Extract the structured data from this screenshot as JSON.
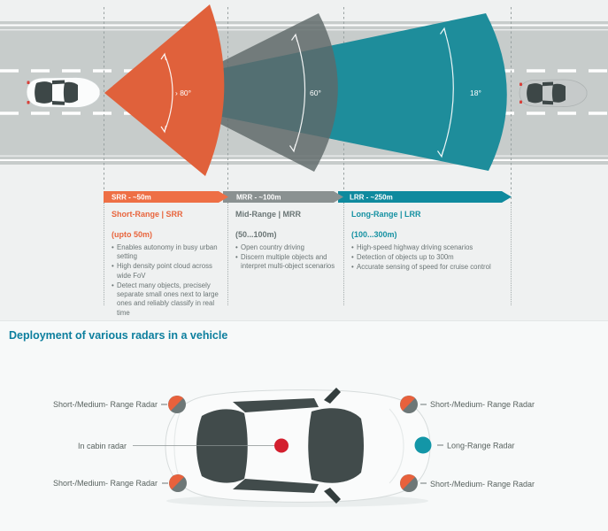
{
  "top_scene": {
    "angle_labels": {
      "srr": "› 80°",
      "mrr": "60°",
      "lrr": "18°"
    },
    "cone_colors": {
      "srr": "#e0613b",
      "mrr": "#6c7676",
      "lrr": "#1e8d9b"
    }
  },
  "range_bars": {
    "srr": {
      "label": "SRR - ~50m",
      "color": "#ee6f45"
    },
    "mrr": {
      "label": "MRR - ~100m",
      "color": "#8a9191"
    },
    "lrr": {
      "label": "LRR - ~250m",
      "color": "#0f8a9e"
    }
  },
  "columns": [
    {
      "title": "Short-Range | SRR",
      "subtitle": "(upto 50m)",
      "accent": "#e8653d",
      "bullets": [
        "Enables autonomy in busy urban setting",
        "High density point cloud across wide FoV",
        "Detect many objects, precisely separate small ones next to large ones and reliably classify in real time"
      ]
    },
    {
      "title": "Mid-Range | MRR",
      "subtitle": "(50...100m)",
      "accent": "#6a7575",
      "bullets": [
        "Open country driving",
        "Discern multiple objects and interpret multi-object scenarios"
      ]
    },
    {
      "title": "Long-Range | LRR",
      "subtitle": "(100...300m)",
      "accent": "#1591a2",
      "bullets": [
        "High-speed highway driving scenarios",
        "Detection of objects up to 300m",
        "Accurate sensing of speed for cruise control"
      ]
    }
  ],
  "deployment": {
    "title": "Deployment of various radars in a vehicle",
    "labels": {
      "rear_left_top": "Short-/Medium- Range Radar",
      "in_cabin": "In cabin radar",
      "rear_left_bottom": "Short-/Medium- Range Radar",
      "front_right_top": "Short-/Medium- Range Radar",
      "long_range": "Long-Range Radar",
      "front_right_bottom": "Short-/Medium- Range Radar"
    },
    "dot_colors": {
      "short_medium_orange": "#e8613c",
      "short_medium_gray": "#6d7777",
      "long_range": "#1396a7",
      "in_cabin": "#d31f2e"
    }
  }
}
